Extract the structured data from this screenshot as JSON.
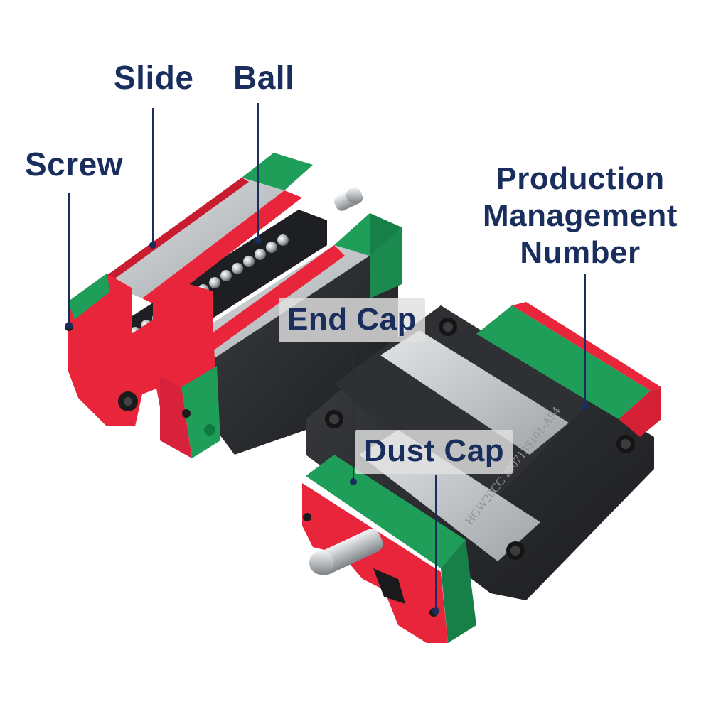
{
  "labels": {
    "slide": "Slide",
    "ball": "Ball",
    "screw": "Screw",
    "production_line1": "Production",
    "production_line2": "Management",
    "production_line3": "Number",
    "end_cap": "End Cap",
    "dust_cap": "Dust Cap"
  },
  "engraving": "HGW20CC 200713S101-A94",
  "colors": {
    "label_text": "#1a2e5e",
    "end_cap_red": "#e8253a",
    "dust_cap_green": "#1f9e5a",
    "slide_steel": "#c8cacd",
    "body_black": "#2b2d30",
    "background": "#ffffff"
  }
}
